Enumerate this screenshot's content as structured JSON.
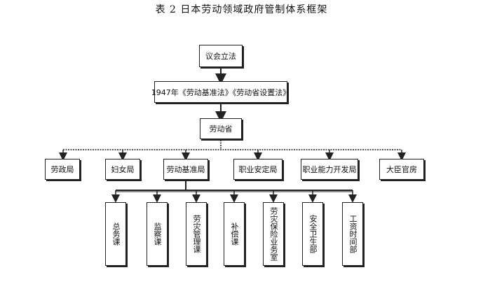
{
  "title": "表 2  日本劳动领域政府管制体系框架",
  "top": "议会立法",
  "laws": "1947年《劳动基准法》《劳动省设置法》",
  "ministry": "劳动省",
  "bureaus": [
    "劳政局",
    "妇女局",
    "劳动基准局",
    "职业安定局",
    "职业能力开发局",
    "大臣官房"
  ],
  "sections": [
    "总务课",
    "监察课",
    "劳灾管理课",
    "补偿课",
    "劳灾保险业务室",
    "安全卫生部",
    "工资时间部"
  ]
}
